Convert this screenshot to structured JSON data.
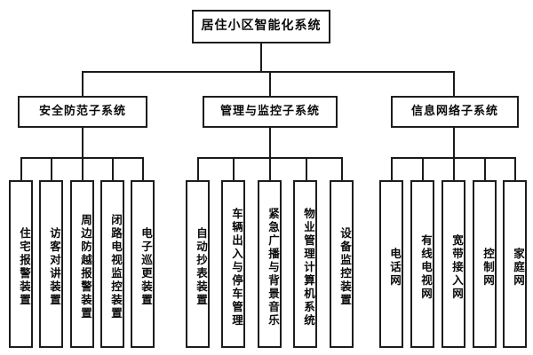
{
  "diagram": {
    "type": "organizational-hierarchy",
    "title": "居住小区智能化系统",
    "orientation": "top-down",
    "levels": 3,
    "line_color": "#1d1d1d",
    "box_fill": "#ffffff",
    "background": "#ffffff",
    "root": {
      "id": "root",
      "label": "居住小区智能化系统",
      "text_direction": "horizontal"
    },
    "branches": [
      {
        "id": "branch-security",
        "label": "安全防范子系统",
        "text_direction": "horizontal",
        "leaves": [
          {
            "id": "leaf-home-alarm",
            "label": "住宅报警装置"
          },
          {
            "id": "leaf-visitor-intercom",
            "label": "访客对讲装置"
          },
          {
            "id": "leaf-perimeter-alarm",
            "label": "周边防越报警装置"
          },
          {
            "id": "leaf-cctv",
            "label": "闭路电视监控装置"
          },
          {
            "id": "leaf-e-patrol",
            "label": "电子巡更装置"
          }
        ]
      },
      {
        "id": "branch-management",
        "label": "管理与监控子系统",
        "text_direction": "horizontal",
        "leaves": [
          {
            "id": "leaf-auto-meter",
            "label": "自动抄表装置"
          },
          {
            "id": "leaf-parking",
            "label": "车辆出入与停车管理"
          },
          {
            "id": "leaf-broadcast",
            "label": "紧急广播与背景音乐"
          },
          {
            "id": "leaf-property-computer",
            "label": "物业管理计算机系统"
          },
          {
            "id": "leaf-equipment-monitor",
            "label": "设备监控装置"
          }
        ]
      },
      {
        "id": "branch-network",
        "label": "信息网络子系统",
        "text_direction": "horizontal",
        "leaves": [
          {
            "id": "leaf-telephone-net",
            "label": "电话网"
          },
          {
            "id": "leaf-catv-net",
            "label": "有线电视网"
          },
          {
            "id": "leaf-broadband-net",
            "label": "宽带接入网"
          },
          {
            "id": "leaf-control-net",
            "label": "控制网"
          },
          {
            "id": "leaf-home-net",
            "label": "家庭网"
          }
        ]
      }
    ]
  }
}
